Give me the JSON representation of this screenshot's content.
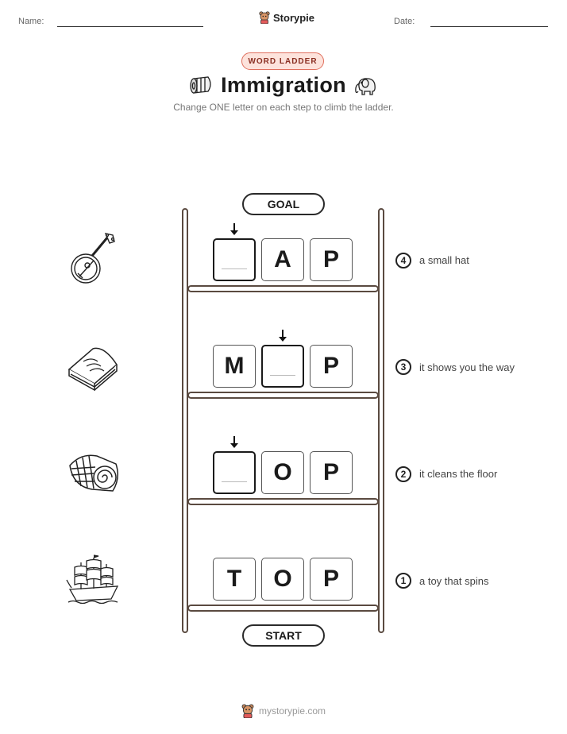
{
  "header": {
    "name_label": "Name:",
    "date_label": "Date:",
    "brand": "Storypie"
  },
  "badge": "WORD LADDER",
  "title": "Immigration",
  "subtitle": "Change ONE letter on each step to climb the ladder.",
  "goal_label": "GOAL",
  "start_label": "START",
  "rows": [
    {
      "step": "4",
      "letters": [
        "",
        "A",
        "P"
      ],
      "blank": 0,
      "clue": "a small hat",
      "picture": "banjo-icon"
    },
    {
      "step": "3",
      "letters": [
        "M",
        "",
        "P"
      ],
      "blank": 1,
      "clue": "it shows you the way",
      "picture": "book-icon"
    },
    {
      "step": "2",
      "letters": [
        "",
        "O",
        "P"
      ],
      "blank": 0,
      "clue": "it cleans the floor",
      "picture": "rolled-rug-icon"
    },
    {
      "step": "1",
      "letters": [
        "T",
        "O",
        "P"
      ],
      "blank": -1,
      "clue": "a toy that spins",
      "picture": "sailing-ship-icon"
    }
  ],
  "footer": "mystorypie.com",
  "colors": {
    "badge_border": "#e0705e",
    "badge_fill": "#fde3dc",
    "ladder": "#5a4a40"
  }
}
